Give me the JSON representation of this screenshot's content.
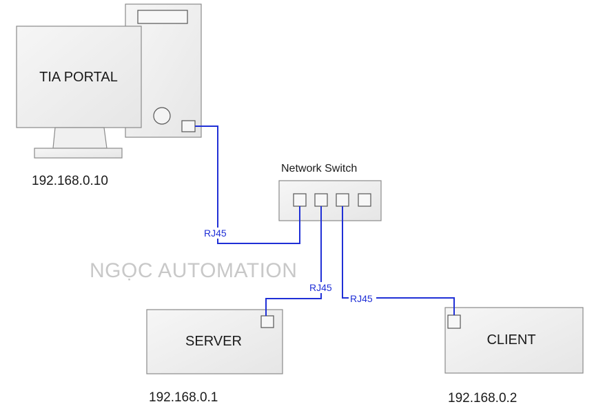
{
  "devices": {
    "pc": {
      "screen_label": "TIA PORTAL",
      "ip": "192.168.0.10"
    },
    "switch": {
      "label": "Network Switch"
    },
    "server": {
      "label": "SERVER",
      "ip": "192.168.0.1"
    },
    "client": {
      "label": "CLIENT",
      "ip": "192.168.0.2"
    }
  },
  "cables": {
    "pc_switch": "RJ45",
    "server_switch": "RJ45",
    "client_switch": "RJ45"
  },
  "watermark": "NGỌC AUTOMATION",
  "colors": {
    "cable": "#1f2fd6",
    "watermark": "#c8c8c8",
    "box_border": "#8a8a8a"
  }
}
